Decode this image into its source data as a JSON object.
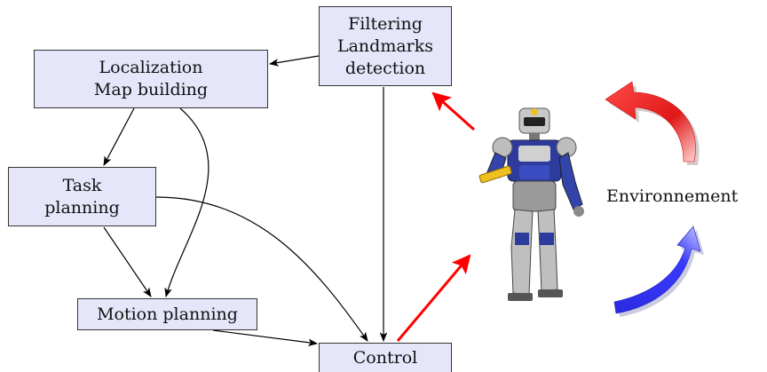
{
  "nodes": {
    "filtering": {
      "lines": [
        "Filtering",
        "Landmarks",
        "detection"
      ]
    },
    "localization": {
      "lines": [
        "Localization",
        "Map building"
      ]
    },
    "task": {
      "lines": [
        "Task",
        "planning"
      ]
    },
    "motion": {
      "lines": [
        "Motion planning"
      ]
    },
    "control": {
      "lines": [
        "Control"
      ]
    }
  },
  "environment_label": "Environnement",
  "robot": {
    "icon": "humanoid-robot-icon"
  },
  "colors": {
    "node_fill": "#e6e6fa",
    "sense_arrow": "#ff0000",
    "env_arrow_top": "#ee2222",
    "env_arrow_bottom": "#2222ee"
  }
}
